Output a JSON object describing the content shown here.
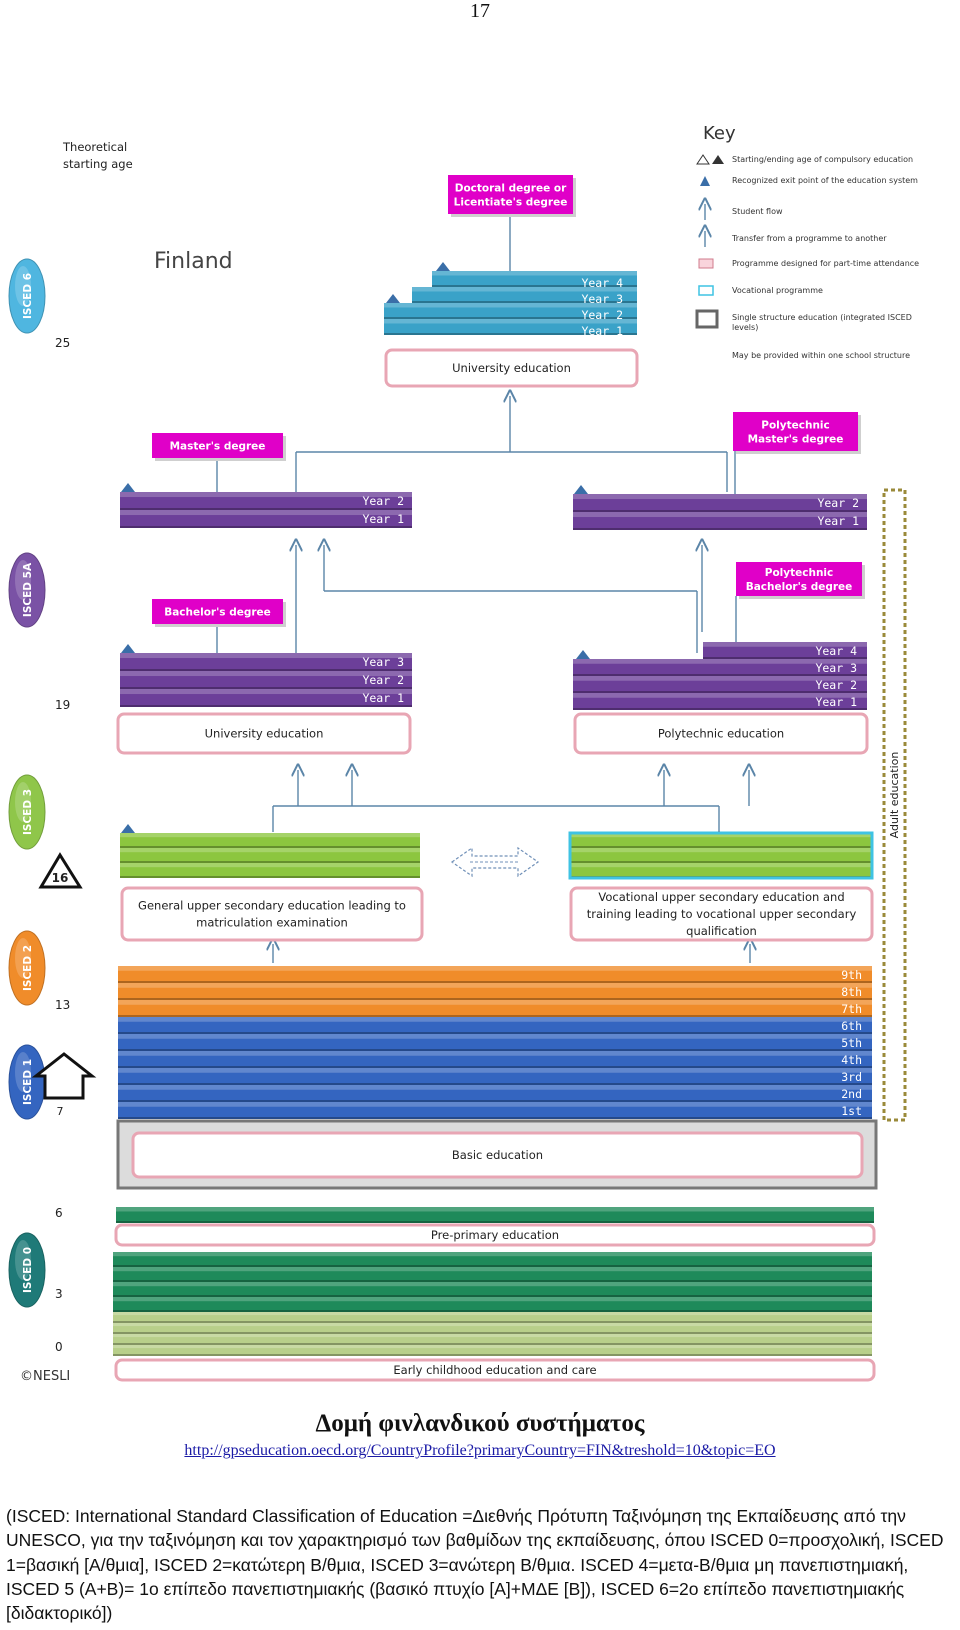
{
  "page_number": "17",
  "diagram": {
    "theoretical_age_label": [
      "Theoretical",
      "starting age"
    ],
    "country": "Finland",
    "key": {
      "title": "Key",
      "items": [
        {
          "icon": "age-markers-icon",
          "text": "Starting/ending age of compulsory education"
        },
        {
          "icon": "exit-point-icon",
          "text": "Recognized exit point of the education system"
        },
        {
          "icon": "student-flow-icon",
          "text": "Student flow"
        },
        {
          "icon": "transfer-icon",
          "text": "Transfer from a programme to another"
        },
        {
          "icon": "part-time-icon",
          "text": "Programme designed for part-time attendance"
        },
        {
          "icon": "vocational-icon",
          "text": "Vocational programme"
        },
        {
          "icon": "single-structure-icon",
          "text": "Single structure education (integrated ISCED levels)"
        },
        {
          "icon": "school-structure-icon",
          "text": "May be provided within one school structure"
        }
      ]
    },
    "isced_levels": [
      {
        "label": "ISCED 6",
        "color": "#4fb6e0"
      },
      {
        "label": "ISCED 5A",
        "color": "#7a52a5"
      },
      {
        "label": "ISCED 3",
        "color": "#8fc64a"
      },
      {
        "label": "ISCED 2",
        "color": "#f08c2a"
      },
      {
        "label": "ISCED 1",
        "color": "#3465c0"
      },
      {
        "label": "ISCED 0",
        "color": "#1f7a78"
      }
    ],
    "ages": [
      "25",
      "19",
      "16",
      "13",
      "7",
      "6",
      "3",
      "0"
    ],
    "doctoral": {
      "degree": [
        "Doctoral degree or",
        "Licentiate's degree"
      ],
      "years": [
        "Year 4",
        "Year 3",
        "Year 2",
        "Year 1"
      ],
      "programme": "University education",
      "color": "#3aa2c8"
    },
    "masters": {
      "university_degree": "Master's degree",
      "university_years": [
        "Year 2",
        "Year 1"
      ],
      "polytechnic_degree": [
        "Polytechnic",
        "Master's degree"
      ],
      "polytechnic_years": [
        "Year 2",
        "Year 1"
      ],
      "color": "#6c3f99"
    },
    "bachelors": {
      "university_degree": "Bachelor's degree",
      "university_years": [
        "Year 3",
        "Year 2",
        "Year 1"
      ],
      "university_programme": "University education",
      "polytechnic_degree": [
        "Polytechnic",
        "Bachelor's degree"
      ],
      "polytechnic_years": [
        "Year 4",
        "Year 3",
        "Year 2",
        "Year 1"
      ],
      "polytechnic_programme": "Polytechnic education",
      "degree_color": "#e000c8"
    },
    "upper_secondary": {
      "general": [
        "General upper secondary education leading to",
        "matriculation examination"
      ],
      "vocational": [
        "Vocational upper secondary education and",
        "training leading to vocational upper secondary",
        "qualification"
      ],
      "color": "#8cc63f",
      "vocational_border": "#3fc3e3"
    },
    "lower_secondary_grades": [
      "9th",
      "8th",
      "7th"
    ],
    "primary_grades": [
      "6th",
      "5th",
      "4th",
      "3rd",
      "2nd",
      "1st"
    ],
    "basic_education": "Basic education",
    "pre_primary": "Pre-primary education",
    "early_childhood": "Early childhood education and care",
    "adult_education": "Adult education",
    "copyright": "©NESLI",
    "colors": {
      "orange": "#f08c2a",
      "blue": "#3465c0",
      "green": "#1e8a5a",
      "light_green": "#b8cf8a",
      "pink_border": "#e8a6b4"
    }
  },
  "caption": "Δομή φινλανδικού συστήματος",
  "source_url": "http://gpseducation.oecd.org/CountryProfile?primaryCountry=FIN&treshold=10&topic=EO",
  "paragraph": "(ISCED: International Standard Classification of Education =Διεθνής Πρότυπη Ταξινόμηση της Εκπαίδευσης από την UNESCO, για την ταξινόμηση και τον χαρακτηρισμό των βαθμίδων της εκπαίδευσης, όπου ISCED 0=προσχολική, ISCED 1=βασική [Α/θμια], ISCED 2=κατώτερη Β/θμια, ISCED 3=ανώτερη Β/θμια. ISCED 4=μετα-Β/θμια μη πανεπιστημιακή, ISCED 5 (Α+Β)= 1ο επίπεδο πανεπιστημιακής (βασικό πτυχίο [Α]+ΜΔΕ [Β]), ISCED 6=2ο επίπεδο πανεπιστημιακής [διδακτορικό])"
}
